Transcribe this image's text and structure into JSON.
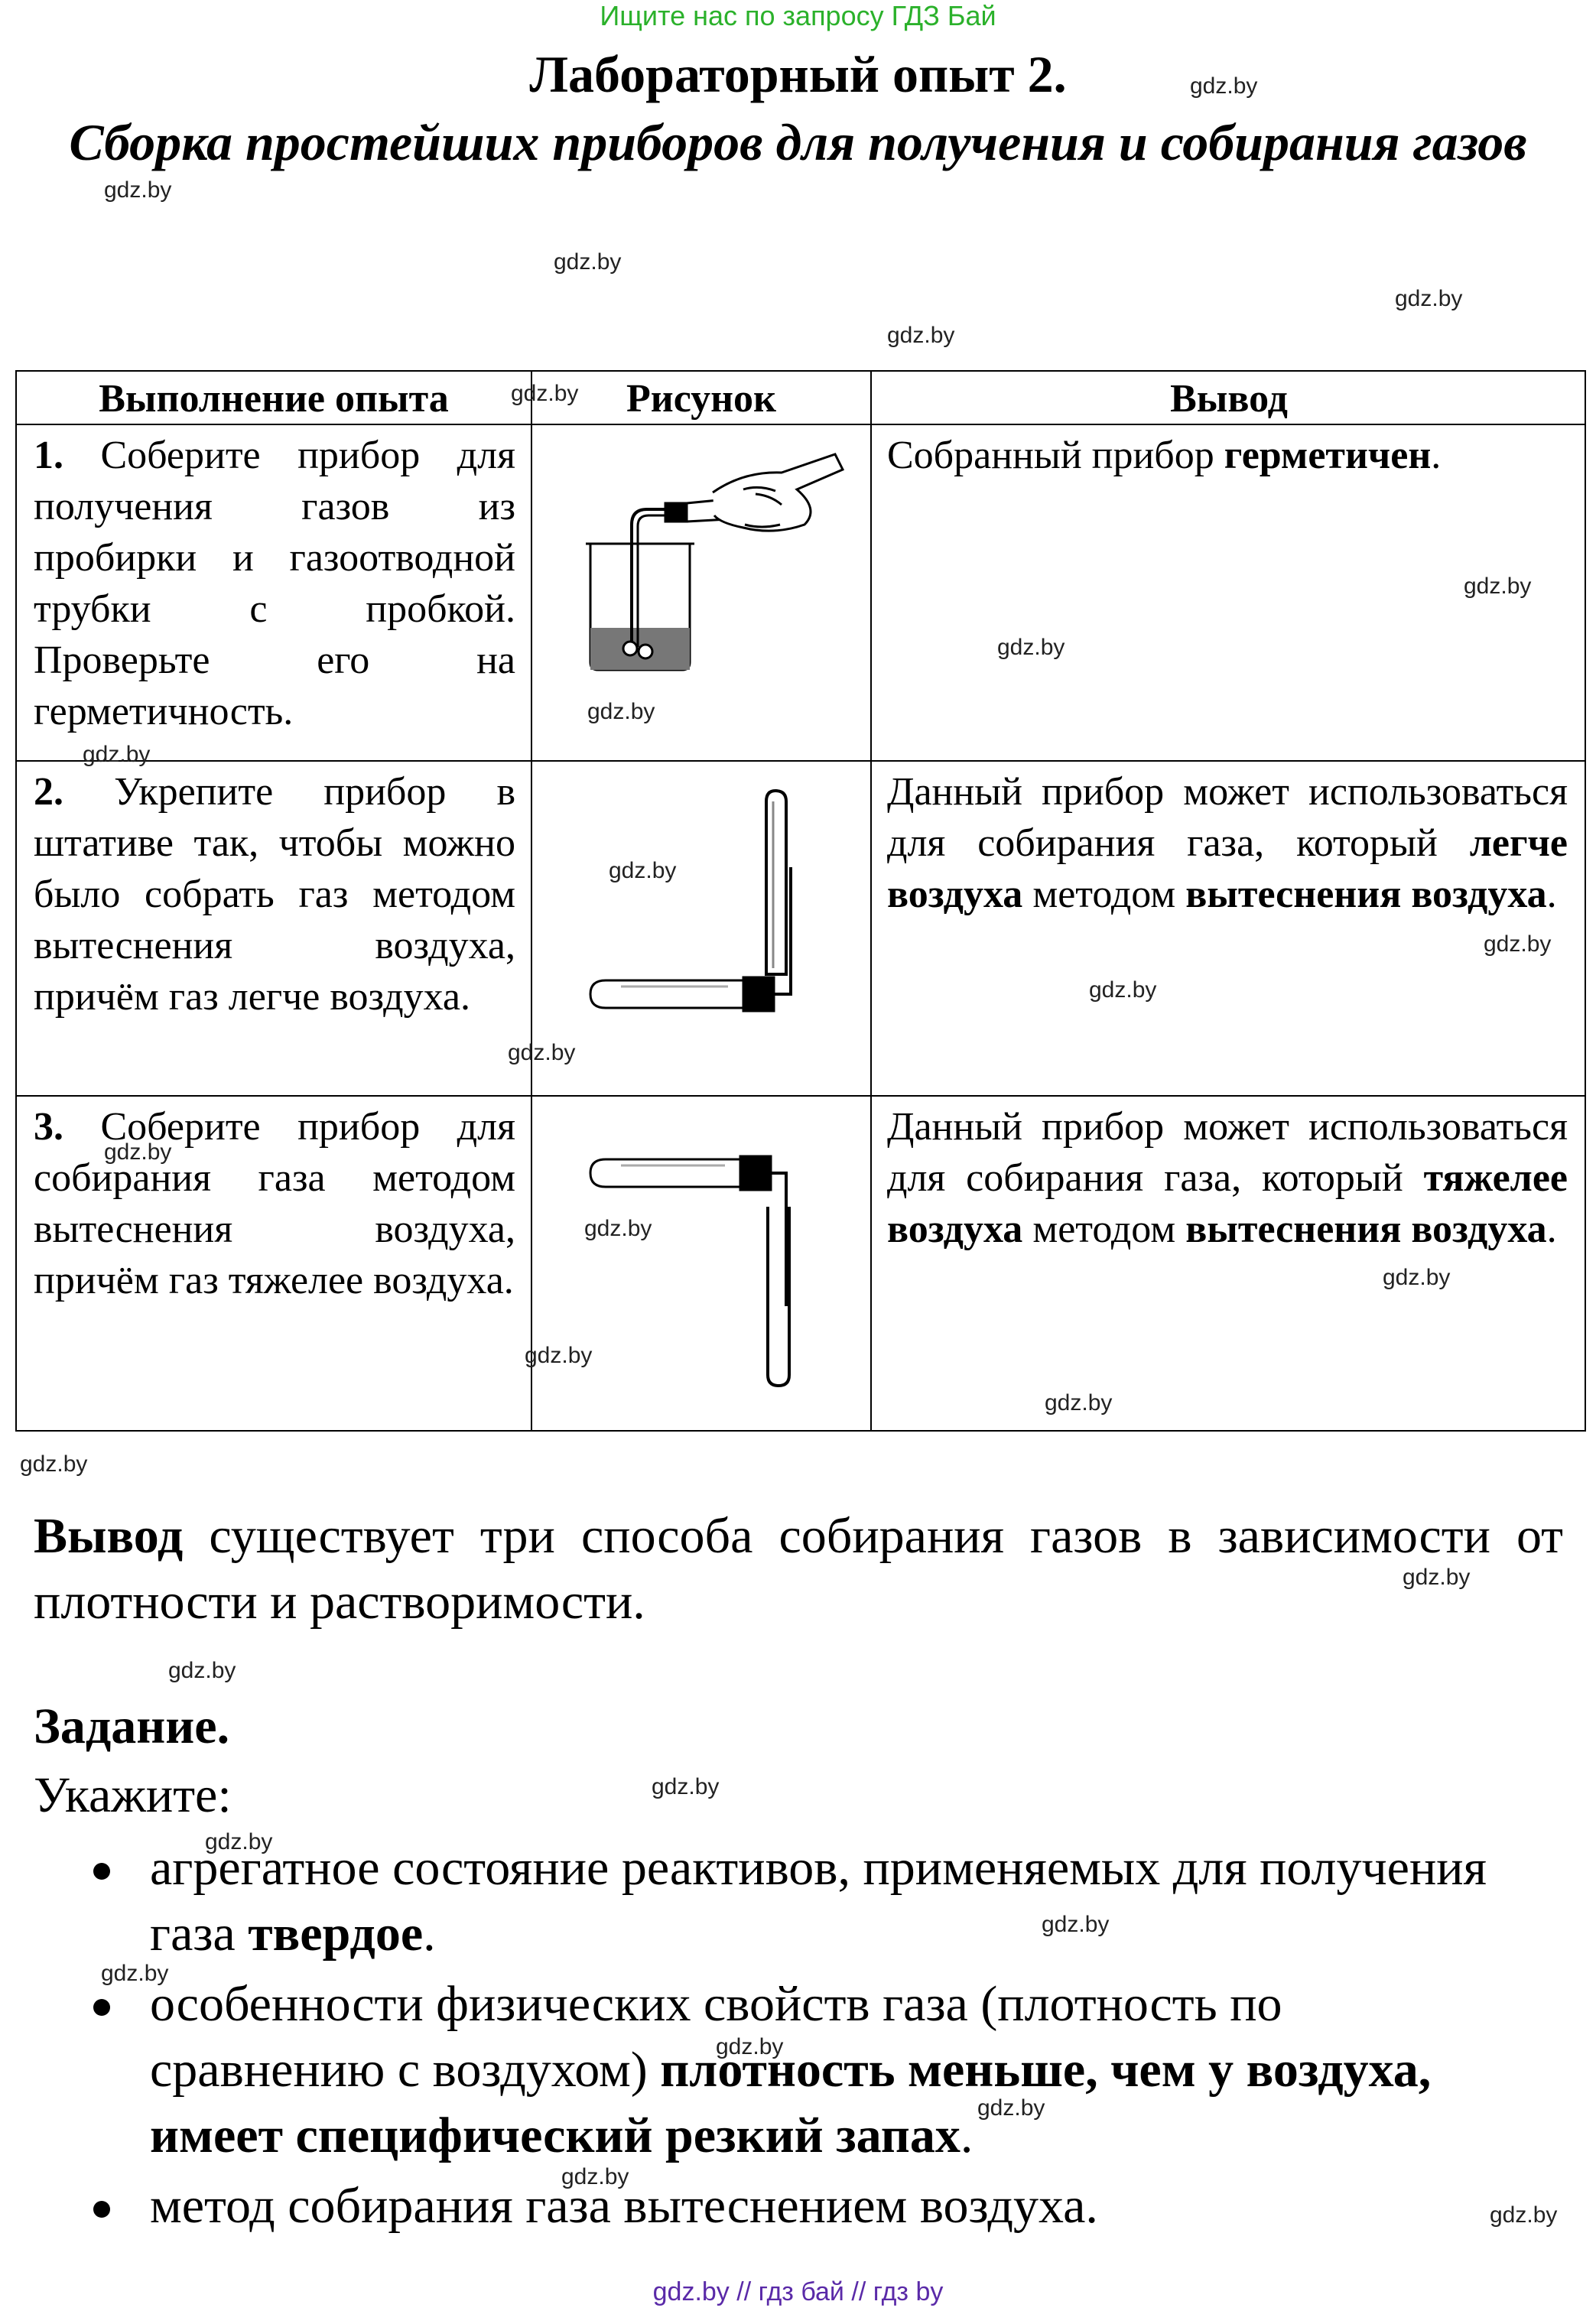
{
  "banner": "Ищите нас по запросу ГДЗ Бай",
  "title": "Лабораторный опыт 2.",
  "subtitle": "Сборка простейших приборов для получения и собирания газов",
  "watermark": "gdz.by",
  "table": {
    "headers": [
      "Выполнение опыта",
      "Рисунок",
      "Вывод"
    ],
    "rows": [
      {
        "num": "1.",
        "task": "Соберите прибор для получения газов из пробирки и газоотводной трубки с пробкой. Проверьте его на герметичность.",
        "figure_icon": "test-tube-in-hand-with-tube-in-beaker",
        "conclusion_parts": [
          {
            "text": "Собранный прибор ",
            "bold": false
          },
          {
            "text": "герметичен",
            "bold": true
          },
          {
            "text": ".",
            "bold": false
          }
        ]
      },
      {
        "num": "2.",
        "task": "Укрепите прибор в штативе так, чтобы можно было собрать газ методом вытеснения воздуха, причём газ легче воздуха.",
        "figure_icon": "horizontal-tube-with-inverted-collector",
        "conclusion_parts": [
          {
            "text": "Данный прибор может использоваться для собирания газа, который ",
            "bold": false
          },
          {
            "text": "легче воздуха",
            "bold": true
          },
          {
            "text": " методом ",
            "bold": false
          },
          {
            "text": "вытеснения воздуха",
            "bold": true
          },
          {
            "text": ".",
            "bold": false
          }
        ]
      },
      {
        "num": "3.",
        "task": "Соберите прибор для собирания газа методом вытеснения воздуха, причём газ тяжелее воздуха.",
        "figure_icon": "horizontal-tube-with-upright-collector",
        "conclusion_parts": [
          {
            "text": "Данный прибор может использоваться для собирания газа, который ",
            "bold": false
          },
          {
            "text": "тяжелее воздуха",
            "bold": true
          },
          {
            "text": " методом ",
            "bold": false
          },
          {
            "text": "вытеснения воздуха",
            "bold": true
          },
          {
            "text": ".",
            "bold": false
          }
        ]
      }
    ]
  },
  "conclusion": {
    "label": "Вывод",
    "text": "существует три способа собирания газов в зависимости от плотности и растворимости."
  },
  "task": {
    "heading": "Задание.",
    "intro": "Укажите:",
    "bullets": [
      {
        "parts": [
          {
            "text": "агрегатное состояние реактивов, применяемых для получения газа ",
            "bold": false
          },
          {
            "text": "твердое",
            "bold": true
          },
          {
            "text": ".",
            "bold": false
          }
        ]
      },
      {
        "parts": [
          {
            "text": "особенности физических свойств газа (плотность по сравнению с воздухом) ",
            "bold": false
          },
          {
            "text": "плотность меньше, чем у воздуха, имеет специфический резкий запах",
            "bold": true
          },
          {
            "text": ".",
            "bold": false
          }
        ]
      },
      {
        "parts": [
          {
            "text": "метод собирания газа вытеснением воздуха.",
            "bold": false
          }
        ]
      }
    ]
  },
  "footer": "gdz.by  //  гдз бай  //  гдз by"
}
